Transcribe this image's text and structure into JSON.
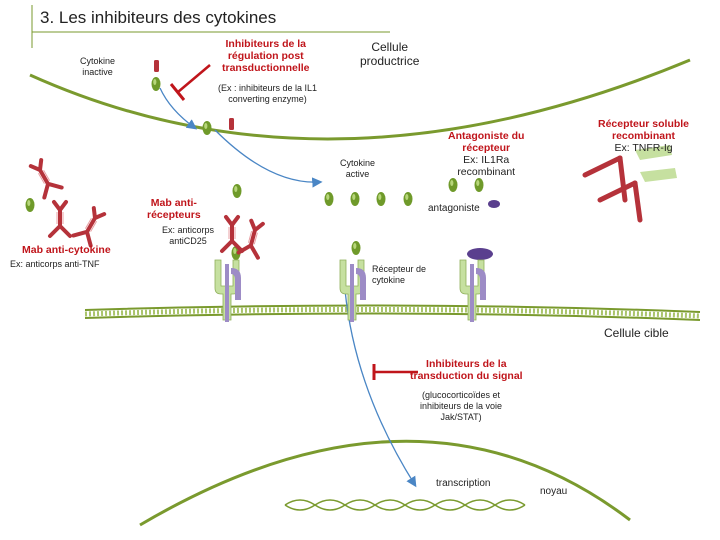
{
  "slide": {
    "title": "3. Les inhibiteurs des cytokines"
  },
  "labels": {
    "cytokine_inactive": [
      "Cytokine",
      "inactive"
    ],
    "inhib_regulation": [
      "Inhibiteurs de la",
      "régulation post",
      "transductionnelle"
    ],
    "inhib_regulation_ex": [
      "(Ex : inhibiteurs de la IL1",
      "converting enzyme)"
    ],
    "cellule_productrice": [
      "Cellule",
      "productrice"
    ],
    "cytokine_active": [
      "Cytokine",
      "active"
    ],
    "antagoniste_recepteur": [
      "Antagoniste du",
      "récepteur",
      "Ex: IL1Ra",
      "recombinant"
    ],
    "recepteur_soluble": [
      "Récepteur soluble",
      "recombinant",
      "Ex: TNFR-Ig"
    ],
    "antagoniste": "antagoniste",
    "mab_anti_recepteurs": [
      "Mab anti-",
      "récepteurs"
    ],
    "mab_anti_recepteurs_ex": [
      "Ex: anticorps",
      "antiCD25"
    ],
    "mab_anti_cytokine": "Mab anti-cytokine",
    "mab_anti_cytokine_ex": "Ex: anticorps anti-TNF",
    "recepteur_cytokine": [
      "Récepteur de",
      "cytokine"
    ],
    "cellule_cible": "Cellule cible",
    "inhib_transduction": [
      "Inhibiteurs de la",
      "transduction du signal"
    ],
    "inhib_transduction_ex": [
      "(glucocorticoïdes et",
      "inhibiteurs de la voie",
      "Jak/STAT)"
    ],
    "transcription": "transcription",
    "noyau": "noyau"
  },
  "colors": {
    "membrane": "#7a9a2e",
    "inhibitor_red": "#c0151b",
    "antibody_red": "#b5323a",
    "cytokine_green": "#6f9a2a",
    "receptor_green": "#c6e0a0",
    "receptor_purple": "#9d8cc6",
    "arrow_blue": "#4a86c5"
  }
}
